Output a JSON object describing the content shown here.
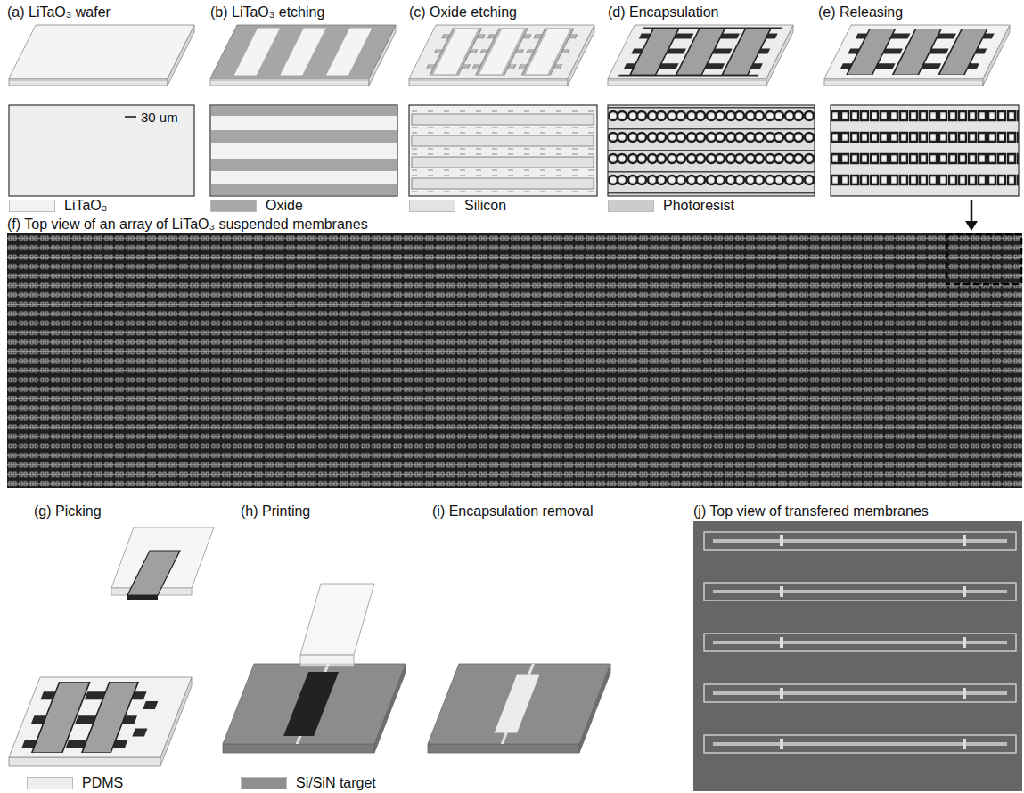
{
  "diagram": {
    "labels": [
      "(a) LiTaO₃ wafer",
      "(b) LiTaO₃ etching",
      "(c) Oxide etching",
      "(d) Encapsulation",
      "(e) Releasing",
      "30 um",
      "(f) Top view of an array of LiTaO₃ suspended membranes",
      "(g) Picking",
      "(h) Printing",
      "(i) Encapsulation removal",
      "(j) Top view of transfered membranes"
    ],
    "legend": [
      {
        "text": "LiTaO₃",
        "color": "#f2f2f2"
      },
      {
        "text": "Oxide",
        "color": "#a8a8a8"
      },
      {
        "text": "Silicon",
        "color": "#e3e3e3"
      },
      {
        "text": "Photoresist",
        "color": "#cccccc"
      },
      {
        "text": "PDMS",
        "color": "#eeeeee"
      },
      {
        "text": "Si/SiN target",
        "color": "#8e8e8e"
      }
    ]
  }
}
